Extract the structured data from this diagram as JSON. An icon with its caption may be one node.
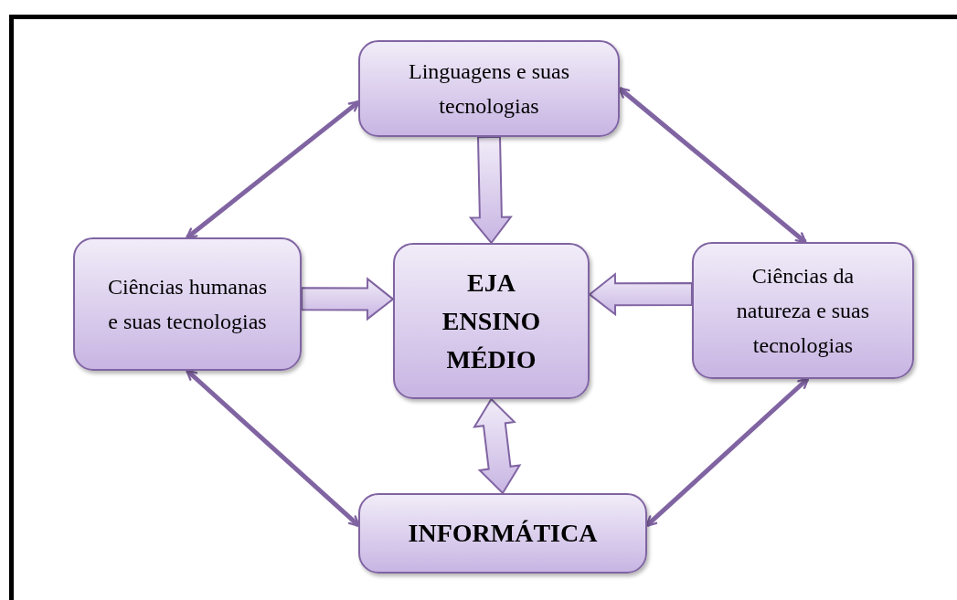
{
  "diagram": {
    "nodes": [
      {
        "text": [
          "Linguagens e suas tecnologias"
        ]
      },
      {
        "text": [
          "Ciências humanas e suas tecnologias"
        ]
      },
      {
        "text": [
          "EJA ENSINO MÉDIO"
        ]
      },
      {
        "text": [
          "Ciências da natureza e suas tecnologias"
        ]
      },
      {
        "text": [
          "INFORMÁTICA"
        ]
      }
    ],
    "edges": [
      {
        "from": 0,
        "to": 1,
        "arrow": "both"
      },
      {
        "from": 0,
        "to": 3,
        "arrow": "both"
      },
      {
        "from": 1,
        "to": 4,
        "arrow": "both"
      },
      {
        "from": 3,
        "to": 4,
        "arrow": "both"
      },
      {
        "from": 0,
        "to": 2,
        "arrow": "to",
        "style": "thick"
      },
      {
        "from": 1,
        "to": 2,
        "arrow": "to",
        "style": "thick"
      },
      {
        "from": 3,
        "to": 2,
        "arrow": "to",
        "style": "thick"
      },
      {
        "from": 2,
        "to": 4,
        "arrow": "both",
        "style": "thick"
      }
    ]
  }
}
